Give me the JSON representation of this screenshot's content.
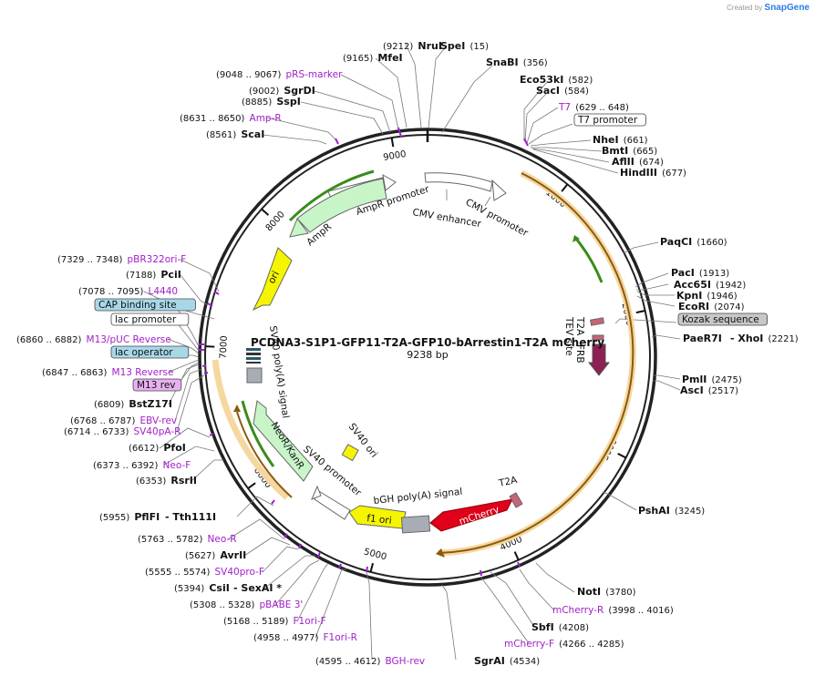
{
  "header": {
    "created_by": "Created by",
    "brand": "SnapGene"
  },
  "map": {
    "title": "PCDNA3-S1P1-GFP11-T2A-GFP10-bArrestin1-T2A mCherry",
    "size": "9238 bp",
    "ticks": [
      "1000",
      "2000",
      "3000",
      "4000",
      "5000",
      "6000",
      "7000",
      "8000",
      "9000"
    ]
  },
  "features": {
    "cmv_enhancer": "CMV enhancer",
    "cmv_promoter": "CMV promoter",
    "ampr_promoter": "AmpR promoter",
    "ampr": "AmpR",
    "ori": "ori",
    "sv40_polya": "SV40 poly(A) signal",
    "neor": "NeoR/KanR",
    "sv40_promoter": "SV40 promoter",
    "sv40_ori": "SV40 ori",
    "f1_ori": "f1 ori",
    "bgh_polya": "bGH poly(A) signal",
    "mcherry": "mCherry",
    "t2a": "T2A",
    "frb": "FRB",
    "t2a_b": "T2A",
    "tev": "TEV site"
  },
  "labels": [
    {
      "name": "NruI",
      "pos": "(9212)",
      "kind": "enzyme"
    },
    {
      "name": "SpeI",
      "pos": "(15)",
      "kind": "enzyme"
    },
    {
      "name": "MfeI",
      "pos": "(9165)",
      "kind": "enzyme"
    },
    {
      "name": "SnaBI",
      "pos": "(356)",
      "kind": "enzyme"
    },
    {
      "name": "pRS-marker",
      "pos": "(9048 .. 9067)",
      "kind": "primer"
    },
    {
      "name": "Eco53kI",
      "pos": "(582)",
      "kind": "enzyme"
    },
    {
      "name": "SacI",
      "pos": "(584)",
      "kind": "enzyme"
    },
    {
      "name": "SgrDI",
      "pos": "(9002)",
      "kind": "enzyme"
    },
    {
      "name": "SspI",
      "pos": "(8885)",
      "kind": "enzyme"
    },
    {
      "name": "T7",
      "pos": "(629 .. 648)",
      "kind": "primer"
    },
    {
      "name": "Amp-R",
      "pos": "(8631 .. 8650)",
      "kind": "primer"
    },
    {
      "name": "T7 promoter",
      "pos": "",
      "kind": "box"
    },
    {
      "name": "ScaI",
      "pos": "(8561)",
      "kind": "enzyme"
    },
    {
      "name": "NheI",
      "pos": "(661)",
      "kind": "enzyme"
    },
    {
      "name": "BmtI",
      "pos": "(665)",
      "kind": "enzyme"
    },
    {
      "name": "AflII",
      "pos": "(674)",
      "kind": "enzyme"
    },
    {
      "name": "HindIII",
      "pos": "(677)",
      "kind": "enzyme"
    },
    {
      "name": "PaqCI",
      "pos": "(1660)",
      "kind": "enzyme"
    },
    {
      "name": "pBR322ori-F",
      "pos": "(7329 .. 7348)",
      "kind": "primer"
    },
    {
      "name": "PciI",
      "pos": "(7188)",
      "kind": "enzyme"
    },
    {
      "name": "PacI",
      "pos": "(1913)",
      "kind": "enzyme"
    },
    {
      "name": "Acc65I",
      "pos": "(1942)",
      "kind": "enzyme"
    },
    {
      "name": "L4440",
      "pos": "(7078 .. 7095)",
      "kind": "primer"
    },
    {
      "name": "KpnI",
      "pos": "(1946)",
      "kind": "enzyme"
    },
    {
      "name": "EcoRI",
      "pos": "(2074)",
      "kind": "enzyme"
    },
    {
      "name": "CAP binding site",
      "pos": "",
      "kind": "box-blue"
    },
    {
      "name": "Kozak sequence",
      "pos": "",
      "kind": "box-grey"
    },
    {
      "name": "lac promoter",
      "pos": "",
      "kind": "box"
    },
    {
      "name": "M13/pUC Reverse",
      "pos": "(6860 .. 6882)",
      "kind": "primer"
    },
    {
      "name": "PaeR7I",
      "pos": "",
      "kind": "enzyme"
    },
    {
      "name": "- XhoI",
      "pos": "(2221)",
      "kind": "enzyme"
    },
    {
      "name": "lac operator",
      "pos": "",
      "kind": "box-blue"
    },
    {
      "name": "M13 Reverse",
      "pos": "(6847 .. 6863)",
      "kind": "primer"
    },
    {
      "name": "PmlI",
      "pos": "(2475)",
      "kind": "enzyme"
    },
    {
      "name": "AscI",
      "pos": "(2517)",
      "kind": "enzyme"
    },
    {
      "name": "M13 rev",
      "pos": "",
      "kind": "box-purple"
    },
    {
      "name": "BstZ17I",
      "pos": "(6809)",
      "kind": "enzyme"
    },
    {
      "name": "EBV-rev",
      "pos": "(6768 .. 6787)",
      "kind": "primer"
    },
    {
      "name": "SV40pA-R",
      "pos": "(6714 .. 6733)",
      "kind": "primer"
    },
    {
      "name": "PfoI",
      "pos": "(6612)",
      "kind": "enzyme"
    },
    {
      "name": "Neo-F",
      "pos": "(6373 .. 6392)",
      "kind": "primer"
    },
    {
      "name": "RsrII",
      "pos": "(6353)",
      "kind": "enzyme"
    },
    {
      "name": "PshAI",
      "pos": "(3245)",
      "kind": "enzyme"
    },
    {
      "name": "PflFI",
      "pos": "(5955)",
      "kind": "enzyme"
    },
    {
      "name": "- Tth111I",
      "pos": "",
      "kind": "enzyme"
    },
    {
      "name": "Neo-R",
      "pos": "(5763 .. 5782)",
      "kind": "primer"
    },
    {
      "name": "AvrII",
      "pos": "(5627)",
      "kind": "enzyme"
    },
    {
      "name": "SV40pro-F",
      "pos": "(5555 .. 5574)",
      "kind": "primer"
    },
    {
      "name": "CsiI",
      "pos": "(5394)",
      "kind": "enzyme"
    },
    {
      "name": "- SexAI *",
      "pos": "",
      "kind": "enzyme"
    },
    {
      "name": "pBABE 3'",
      "pos": "(5308 .. 5328)",
      "kind": "primer"
    },
    {
      "name": "F1ori-F",
      "pos": "(5168 .. 5189)",
      "kind": "primer"
    },
    {
      "name": "F1ori-R",
      "pos": "(4958 .. 4977)",
      "kind": "primer"
    },
    {
      "name": "BGH-rev",
      "pos": "(4595 .. 4612)",
      "kind": "primer"
    },
    {
      "name": "SgrAI",
      "pos": "(4534)",
      "kind": "enzyme"
    },
    {
      "name": "NotI",
      "pos": "(3780)",
      "kind": "enzyme"
    },
    {
      "name": "mCherry-R",
      "pos": "(3998 .. 4016)",
      "kind": "primer"
    },
    {
      "name": "SbfI",
      "pos": "(4208)",
      "kind": "enzyme"
    },
    {
      "name": "mCherry-F",
      "pos": "(4266 .. 4285)",
      "kind": "primer"
    }
  ],
  "colors": {
    "backbone": "#222222",
    "primer": "#a020c8",
    "ampr": "#c8f5c8",
    "ori": "#f5f500",
    "mcherry": "#e0001a",
    "orf": "#f5a623",
    "frb": "#8b2252",
    "blue_box": "#a8d8e8",
    "grey_box": "#c8c8c8",
    "purple_box": "#e8b0f0"
  }
}
